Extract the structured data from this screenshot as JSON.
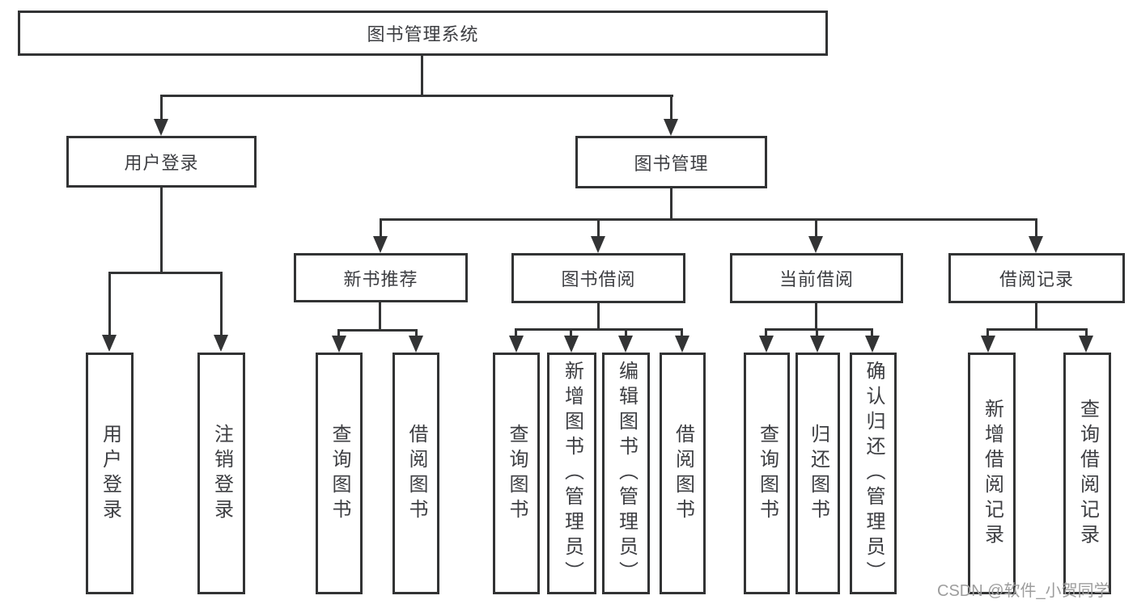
{
  "root": {
    "label": "图书管理系统"
  },
  "login": {
    "label": "用户登录",
    "leaves": [
      {
        "label": "用户登录"
      },
      {
        "label": "注销登录"
      }
    ]
  },
  "mgmt": {
    "label": "图书管理",
    "sections": [
      {
        "label": "新书推荐",
        "leaves": [
          {
            "label": "查询图书"
          },
          {
            "label": "借阅图书"
          }
        ]
      },
      {
        "label": "图书借阅",
        "leaves": [
          {
            "label": "查询图书"
          },
          {
            "label": "新增图书（管理员）"
          },
          {
            "label": "编辑图书（管理员）"
          },
          {
            "label": "借阅图书"
          }
        ]
      },
      {
        "label": "当前借阅",
        "leaves": [
          {
            "label": "查询图书"
          },
          {
            "label": "归还图书"
          },
          {
            "label": "确认归还（管理员）"
          }
        ]
      },
      {
        "label": "借阅记录",
        "leaves": [
          {
            "label": "新增借阅记录"
          },
          {
            "label": "查询借阅记录"
          }
        ]
      }
    ]
  },
  "watermark": {
    "text": "CSDN @软件_小贺同学"
  },
  "colors": {
    "line": "#333435",
    "text": "#3d3e42",
    "watermark": "#9d9d9d",
    "background": "#ffffff"
  }
}
